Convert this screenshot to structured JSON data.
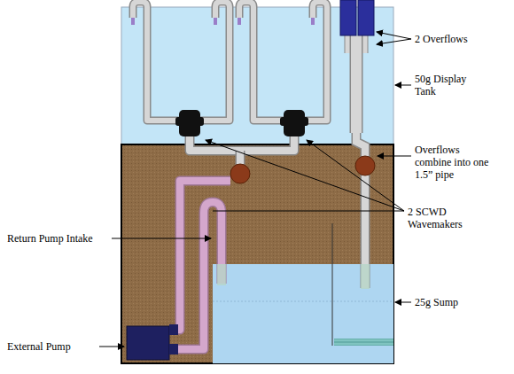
{
  "diagram": {
    "labels": [
      "2 Overflows",
      "50g Display Tank",
      "Overflows combine into one 1.5” pipe",
      "2 SCWD Wavemakers",
      "Return Pump Intake",
      "25g Sump",
      "External Pump"
    ]
  }
}
